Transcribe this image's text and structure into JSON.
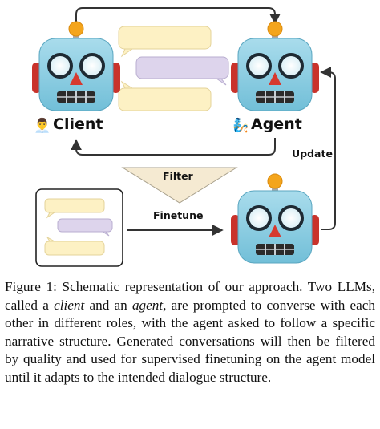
{
  "figure": {
    "client_label": "Client",
    "agent_label": "Agent",
    "filter_label": "Filter",
    "finetune_label": "Finetune",
    "update_label": "Update",
    "client_emoji": "👨‍💼",
    "agent_emoji": "🧞",
    "icons": [
      "robot-client-icon",
      "robot-agent-icon",
      "robot-finetuned-icon",
      "speech-bubble-icon",
      "funnel-filter-icon",
      "dataset-card-icon"
    ],
    "colors": {
      "robot_head": "#8fd0e5",
      "robot_ears": "#c9332b",
      "robot_antenna": "#f4a51c",
      "bubble_yellow": "#fdf1c4",
      "bubble_purple": "#ddd4ec",
      "filter_triangle": "#f5ead2",
      "arrow": "#333333"
    }
  },
  "caption": {
    "prefix": "Figure 1: Schematic representation of our approach. Two LLMs, called a ",
    "client": "client",
    "middle": " and an ",
    "agent": "agent",
    "suffix": ", are prompted to converse with each other in different roles, with the agent asked to follow a specific narrative structure. Generated conversations will then be filtered by quality and used for supervised finetuning on the agent model until it adapts to the intended dialogue structure."
  }
}
